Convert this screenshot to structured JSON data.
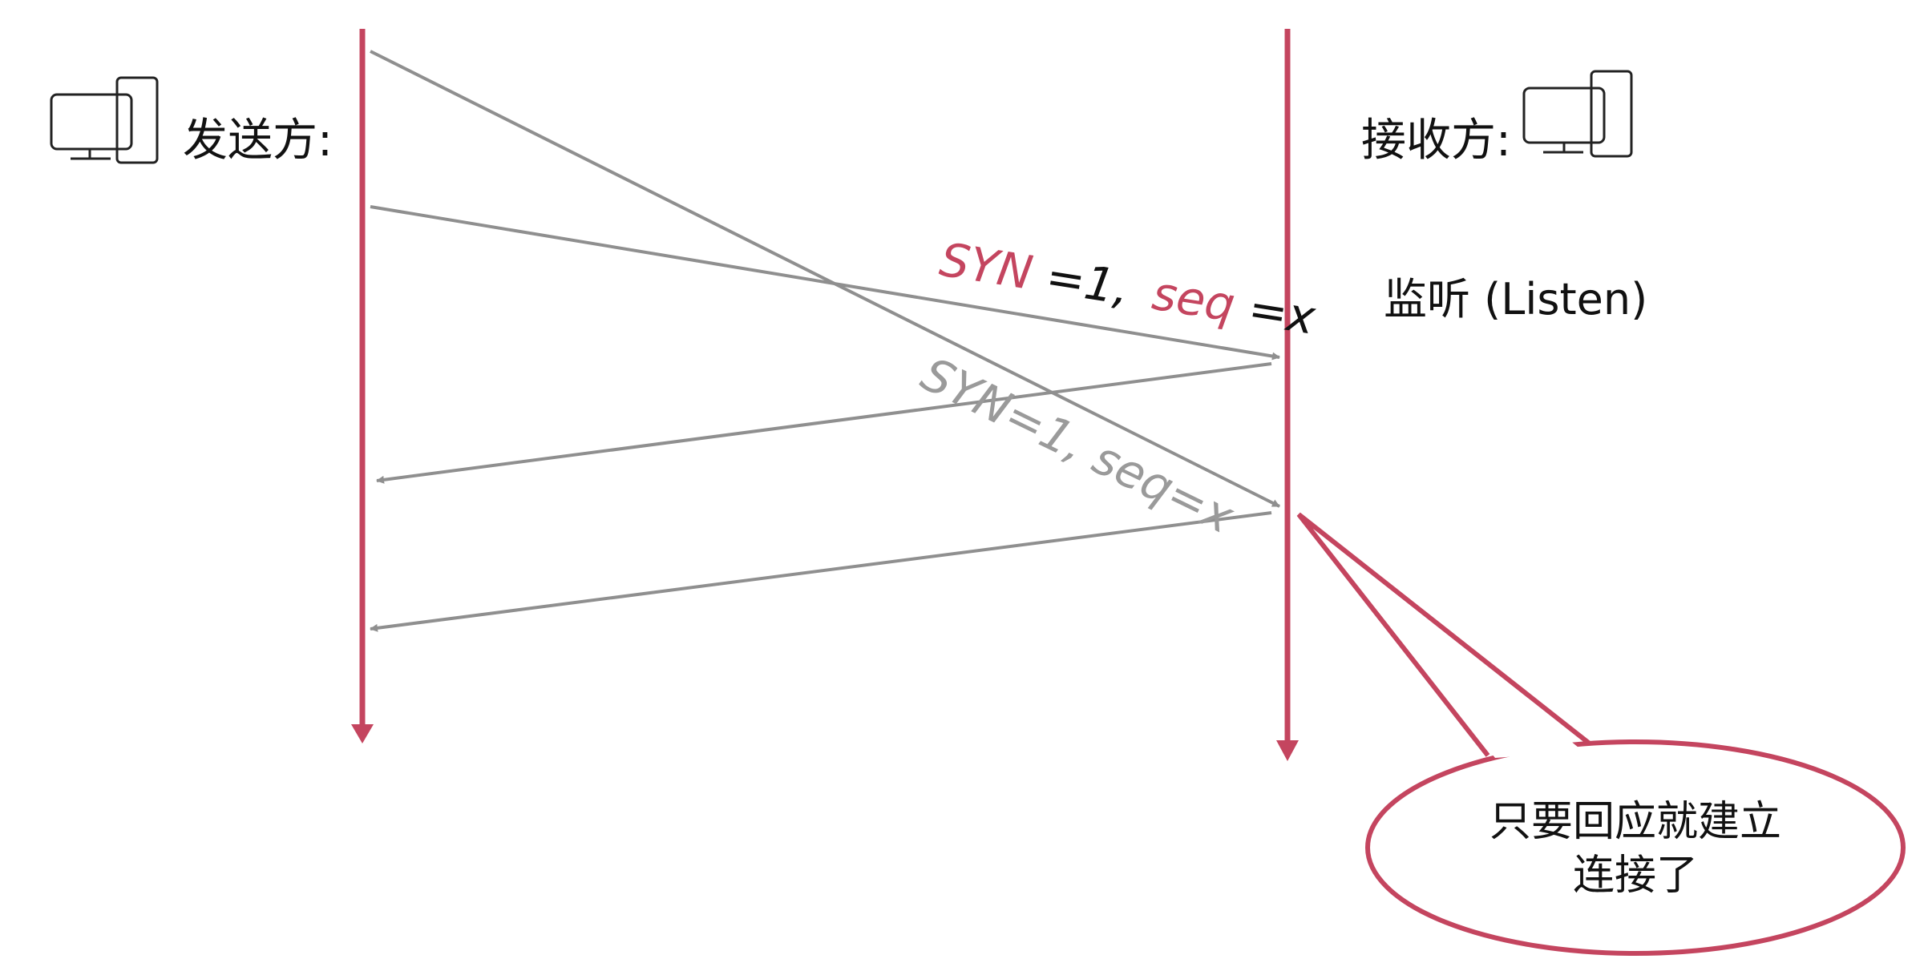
{
  "sender": {
    "label": "发送方:",
    "icon": "computer-icon"
  },
  "receiver": {
    "label": "接收方:",
    "icon": "computer-icon",
    "state": "监听 (Listen)"
  },
  "message": {
    "syn": "SYN",
    "rest_1": "=1,",
    "seq": "seq",
    "rest_2": "=x"
  },
  "delayed_message": {
    "text": "SYN=1, seq=x"
  },
  "callout": {
    "line_1": "只要回应就建立",
    "line_2": "连接了"
  },
  "colors": {
    "timeline": "#c4455f",
    "arrow": "#8f8f8f",
    "label_accent": "#c4455f",
    "faded_label": "#9a9a9a",
    "text": "#111111"
  }
}
